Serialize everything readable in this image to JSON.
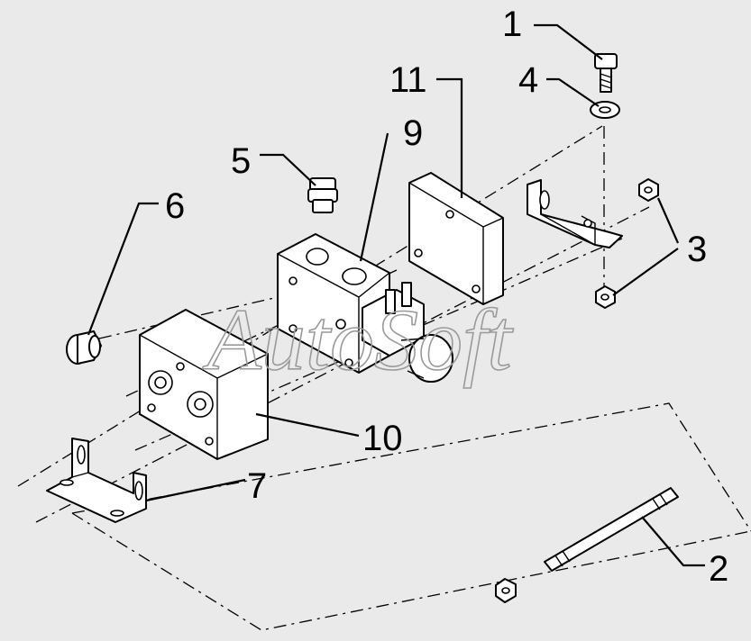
{
  "diagram": {
    "watermark": "AutoSoft",
    "callouts": [
      {
        "id": "1",
        "label": "1"
      },
      {
        "id": "2",
        "label": "2"
      },
      {
        "id": "3",
        "label": "3"
      },
      {
        "id": "4",
        "label": "4"
      },
      {
        "id": "5",
        "label": "5"
      },
      {
        "id": "6",
        "label": "6"
      },
      {
        "id": "7",
        "label": "7"
      },
      {
        "id": "9",
        "label": "9"
      },
      {
        "id": "10",
        "label": "10"
      },
      {
        "id": "11",
        "label": "11"
      }
    ],
    "colors": {
      "background": "#eaeaea",
      "line": "#000000",
      "fill": "#ffffff",
      "watermark": "#9a9a9a"
    }
  }
}
